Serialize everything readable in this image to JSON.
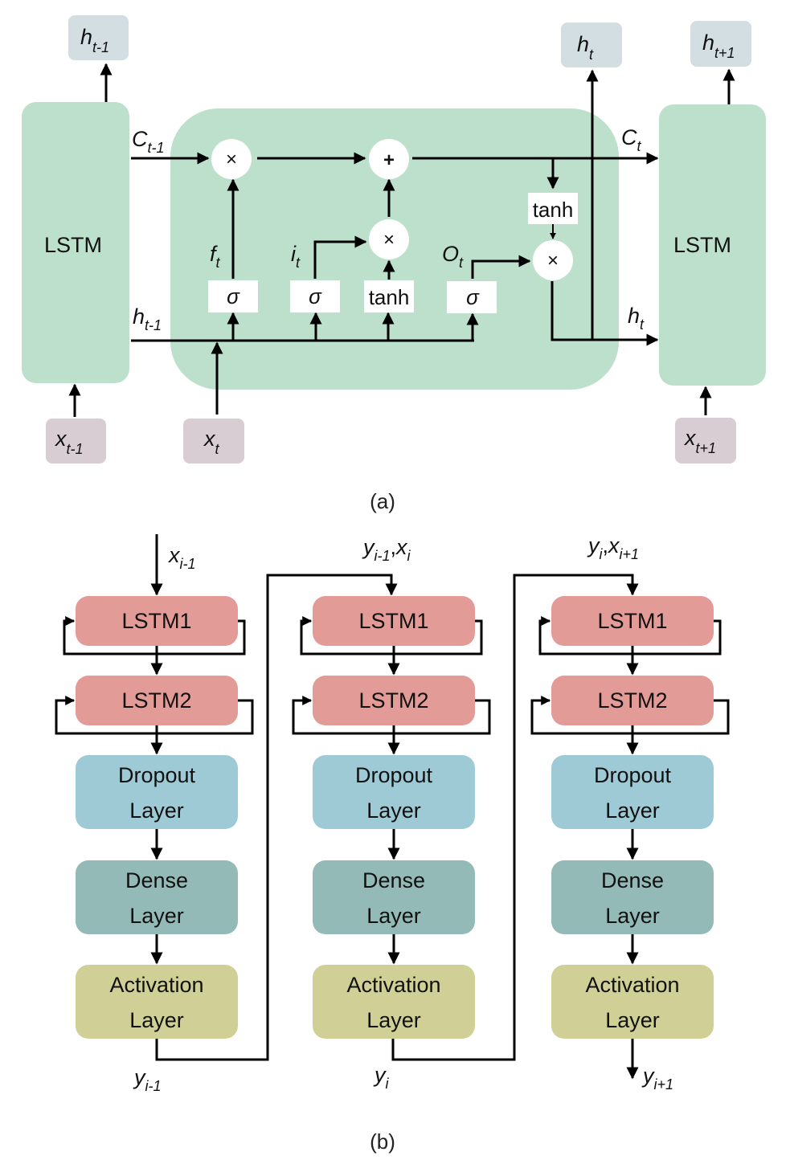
{
  "figure": {
    "part_a": {
      "caption": "(a)",
      "colors": {
        "cell": "#bde0cc",
        "output_box": "#d2dee2",
        "input_box": "#d8cdd2",
        "gate_box": "#ffffff",
        "node": "#ffffff"
      },
      "left_cell": {
        "label": "LSTM"
      },
      "right_cell": {
        "label": "LSTM"
      },
      "outputs": [
        {
          "base": "h",
          "sub": "t-1"
        },
        {
          "base": "h",
          "sub": "t"
        },
        {
          "base": "h",
          "sub": "t+1"
        }
      ],
      "inputs": [
        {
          "base": "x",
          "sub": "t-1"
        },
        {
          "base": "x",
          "sub": "t"
        },
        {
          "base": "x",
          "sub": "t+1"
        }
      ],
      "signals": {
        "c_prev": {
          "base": "C",
          "sub": "t-1"
        },
        "c_next": {
          "base": "C",
          "sub": "t"
        },
        "h_prev": {
          "base": "h",
          "sub": "t-1"
        },
        "h_next": {
          "base": "h",
          "sub": "t"
        },
        "forget": {
          "base": "f",
          "sub": "t"
        },
        "input": {
          "base": "i",
          "sub": "t"
        },
        "output": {
          "base": "O",
          "sub": "t"
        }
      },
      "gates": [
        "σ",
        "σ",
        "tanh",
        "σ"
      ],
      "cell_tanh": "tanh",
      "ops": {
        "forget_mul": "×",
        "add": "+",
        "input_mul": "×",
        "output_mul": "×"
      }
    },
    "part_b": {
      "caption": "(b)",
      "colors": {
        "lstm": "#e29b96",
        "dropout": "#9ecad6",
        "dense": "#93bab6",
        "activation": "#cfcf96"
      },
      "columns": [
        {
          "input": {
            "parts": [
              {
                "base": "x",
                "sub": "i-1"
              }
            ]
          },
          "output": {
            "base": "y",
            "sub": "i-1"
          },
          "layers": [
            {
              "line1": "LSTM1"
            },
            {
              "line1": "LSTM2"
            },
            {
              "line1": "Dropout",
              "line2": "Layer"
            },
            {
              "line1": "Dense",
              "line2": "Layer"
            },
            {
              "line1": "Activation",
              "line2": "Layer"
            }
          ]
        },
        {
          "input": {
            "parts": [
              {
                "base": "y",
                "sub": "i-1"
              },
              {
                "base": "x",
                "sub": "i"
              }
            ]
          },
          "output": {
            "base": "y",
            "sub": "i"
          },
          "layers": [
            {
              "line1": "LSTM1"
            },
            {
              "line1": "LSTM2"
            },
            {
              "line1": "Dropout",
              "line2": "Layer"
            },
            {
              "line1": "Dense",
              "line2": "Layer"
            },
            {
              "line1": "Activation",
              "line2": "Layer"
            }
          ]
        },
        {
          "input": {
            "parts": [
              {
                "base": "y",
                "sub": "i"
              },
              {
                "base": "x",
                "sub": "i+1"
              }
            ]
          },
          "output": {
            "base": "y",
            "sub": "i+1"
          },
          "layers": [
            {
              "line1": "LSTM1"
            },
            {
              "line1": "LSTM2"
            },
            {
              "line1": "Dropout",
              "line2": "Layer"
            },
            {
              "line1": "Dense",
              "line2": "Layer"
            },
            {
              "line1": "Activation",
              "line2": "Layer"
            }
          ]
        }
      ]
    }
  }
}
